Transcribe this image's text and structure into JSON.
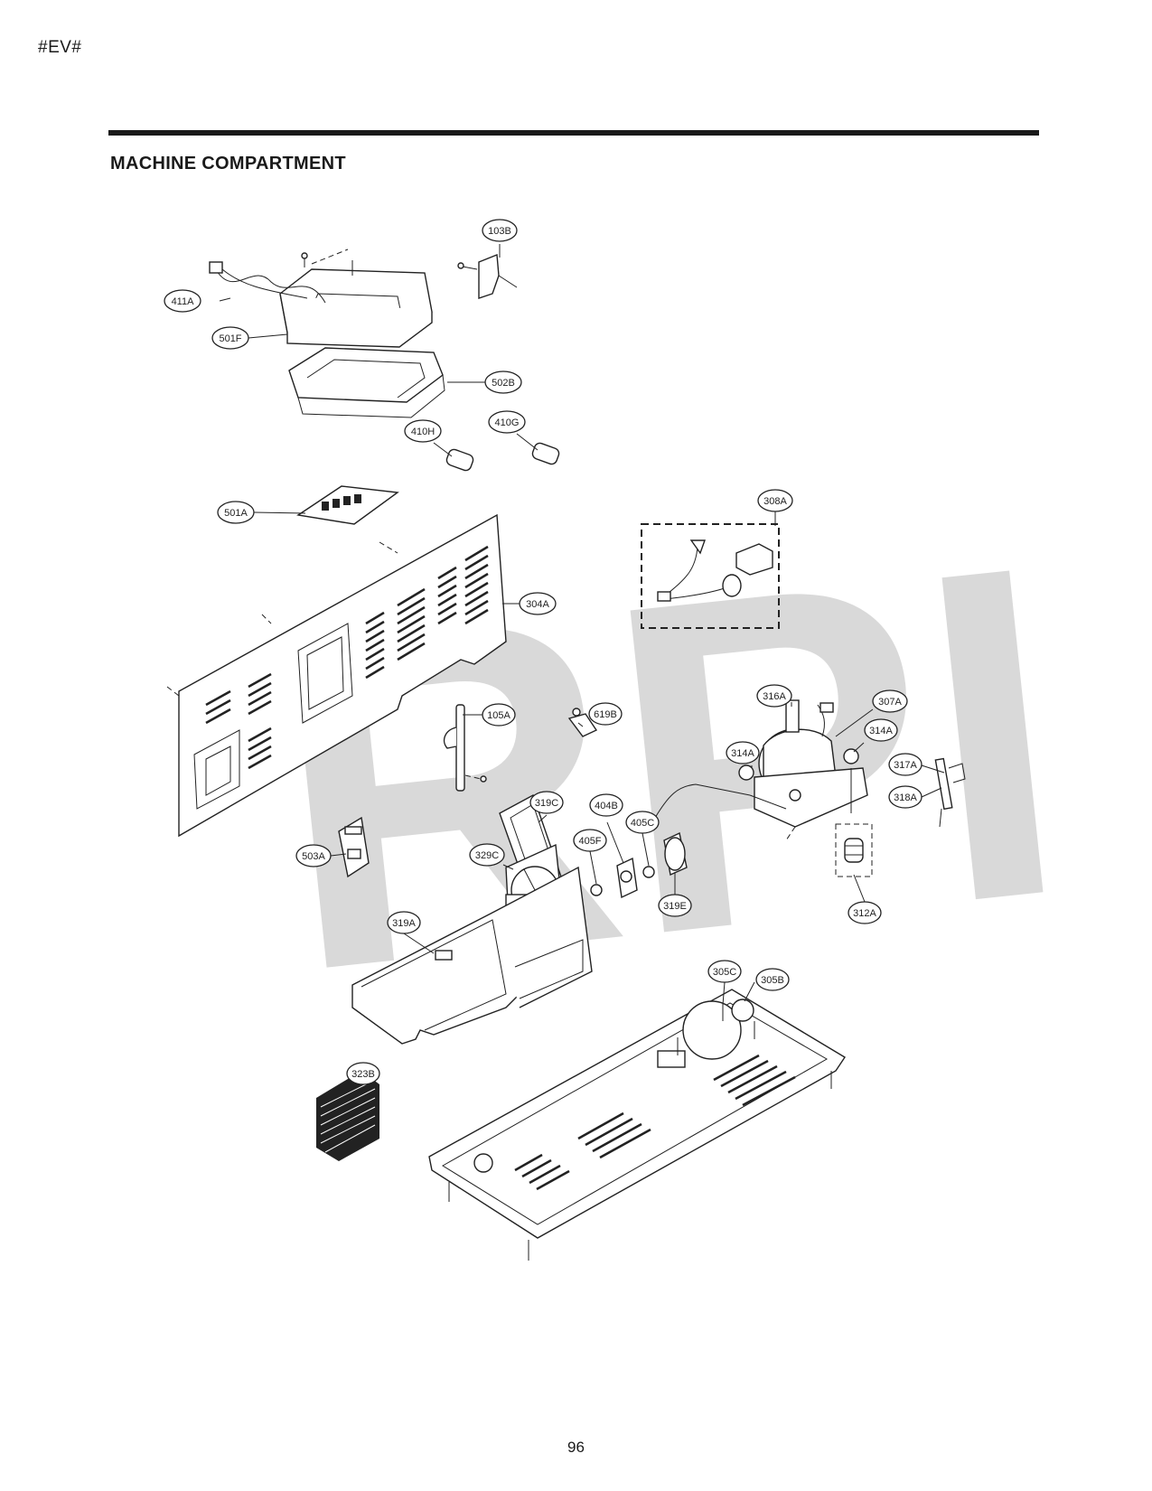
{
  "page": {
    "header_tag": "#EV#",
    "section_title": "MACHINE COMPARTMENT",
    "page_number": "96",
    "watermark": "RPI"
  },
  "callouts": {
    "c103B": "103B",
    "c411A": "411A",
    "c501F": "501F",
    "c502B": "502B",
    "c410H": "410H",
    "c410G": "410G",
    "c501A": "501A",
    "c308A": "308A",
    "c304A": "304A",
    "c316A": "316A",
    "c307A": "307A",
    "c314A_right": "314A",
    "c314A_left": "314A",
    "c105A": "105A",
    "c619B": "619B",
    "c317A": "317A",
    "c318A": "318A",
    "c319C": "319C",
    "c404B": "404B",
    "c405C": "405C",
    "c405F": "405F",
    "c329C": "329C",
    "c319E": "319E",
    "c312A": "312A",
    "c503A": "503A",
    "c319A": "319A",
    "c305C": "305C",
    "c305B": "305B",
    "c323B": "323B"
  }
}
